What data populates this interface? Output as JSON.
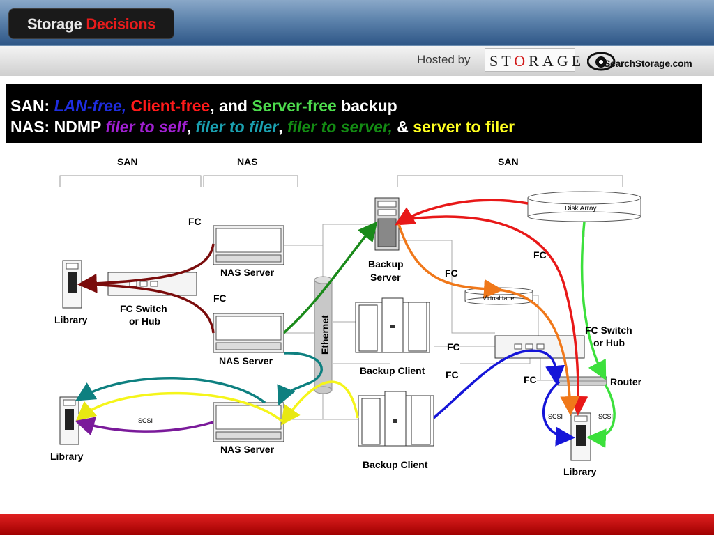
{
  "header": {
    "logo_main": "Storage",
    "logo_accent": "Decisions",
    "hosted_by": "Hosted by",
    "storage_logo_a": "ST",
    "storage_logo_b": "O",
    "storage_logo_c": "RAGE",
    "searchstorage": "SearchStorage.com"
  },
  "title": {
    "l1_a": "SAN: ",
    "l1_b": "LAN-free, ",
    "l1_c": "Client-free",
    "l1_d": ", and ",
    "l1_e": "Server-free",
    "l1_f": " backup",
    "l2_a": "NAS: NDMP ",
    "l2_b": "filer to self",
    "l2_c": ", ",
    "l2_d": "filer to filer",
    "l2_e": ", ",
    "l2_f": "filer to server, ",
    "l2_g": "& ",
    "l2_h": "server to filer"
  },
  "diagram": {
    "group_san_left": "SAN",
    "group_nas": "NAS",
    "group_san_right": "SAN",
    "nas_server_1": "NAS Server",
    "nas_server_2": "NAS Server",
    "nas_server_3": "NAS Server",
    "fc_switch_left_1": "FC Switch",
    "fc_switch_left_2": "or Hub",
    "library_1": "Library",
    "library_2": "Library",
    "library_3": "Library",
    "fc_1": "FC",
    "fc_2": "FC",
    "fc_3": "FC",
    "fc_4": "FC",
    "fc_5": "FC",
    "fc_6": "FC",
    "ethernet": "Ethernet",
    "backup_server_1": "Backup",
    "backup_server_2": "Server",
    "backup_client_1": "Backup Client",
    "backup_client_2": "Backup Client",
    "disk_array": "Disk Array",
    "virtual_tape": "Virtual tape",
    "fc_switch_right_1": "FC Switch",
    "fc_switch_right_2": "or Hub",
    "router": "Router",
    "scsi_1": "SCSI",
    "scsi_2": "SCSI",
    "scsi_3": "SCSI"
  },
  "colors": {
    "dark_red": "#7a0c0c",
    "green": "#1a8a1a",
    "teal": "#0e8080",
    "yellow": "#f5f51a",
    "purple": "#7a1a9a",
    "red": "#e81818",
    "orange": "#f0781a",
    "blue": "#1515d8",
    "lime": "#3ce03c"
  }
}
